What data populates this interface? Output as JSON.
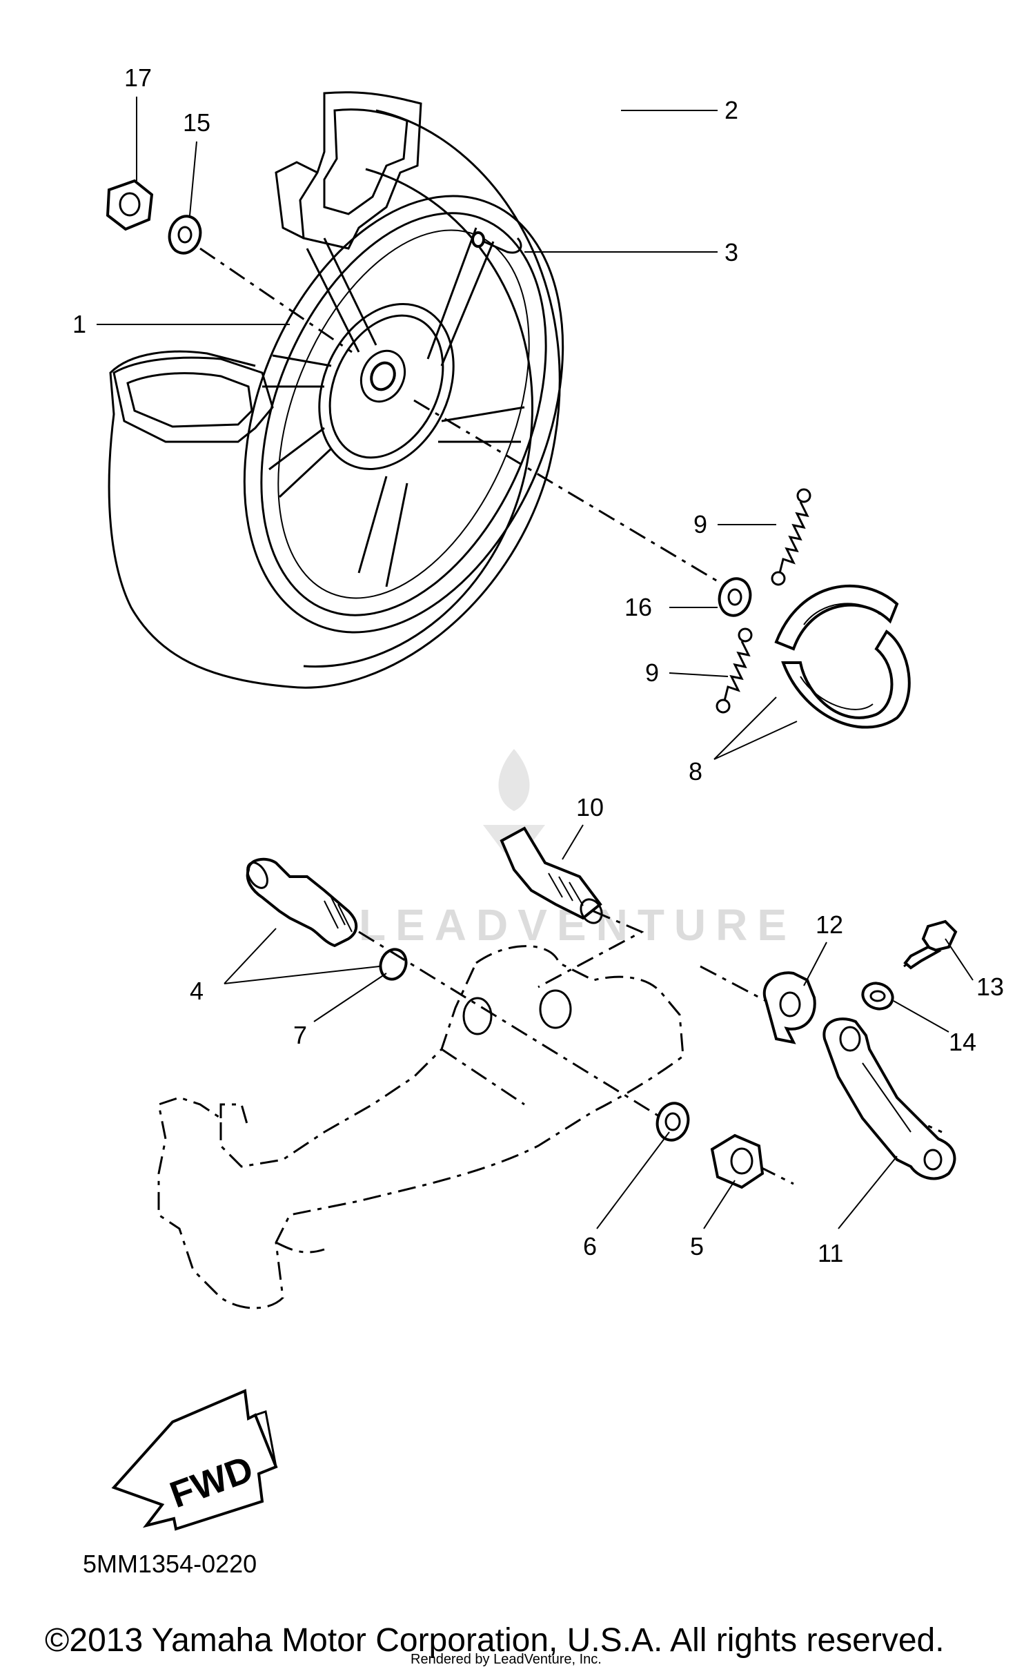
{
  "diagram": {
    "callouts": [
      {
        "id": "c17",
        "label": "17"
      },
      {
        "id": "c15",
        "label": "15"
      },
      {
        "id": "c2",
        "label": "2"
      },
      {
        "id": "c3",
        "label": "3"
      },
      {
        "id": "c1",
        "label": "1"
      },
      {
        "id": "c9a",
        "label": "9"
      },
      {
        "id": "c16",
        "label": "16"
      },
      {
        "id": "c9b",
        "label": "9"
      },
      {
        "id": "c8",
        "label": "8"
      },
      {
        "id": "c10",
        "label": "10"
      },
      {
        "id": "c4",
        "label": "4"
      },
      {
        "id": "c7",
        "label": "7"
      },
      {
        "id": "c12",
        "label": "12"
      },
      {
        "id": "c13",
        "label": "13"
      },
      {
        "id": "c14",
        "label": "14"
      },
      {
        "id": "c6",
        "label": "6"
      },
      {
        "id": "c5",
        "label": "5"
      },
      {
        "id": "c11",
        "label": "11"
      }
    ],
    "direction_label": "FWD",
    "diagram_code": "5MM1354-0220",
    "copyright": "©2013 Yamaha Motor Corporation, U.S.A. All rights reserved.",
    "rendered_by": "Rendered by LeadVenture, Inc.",
    "watermark": "LEADVENTURE"
  }
}
